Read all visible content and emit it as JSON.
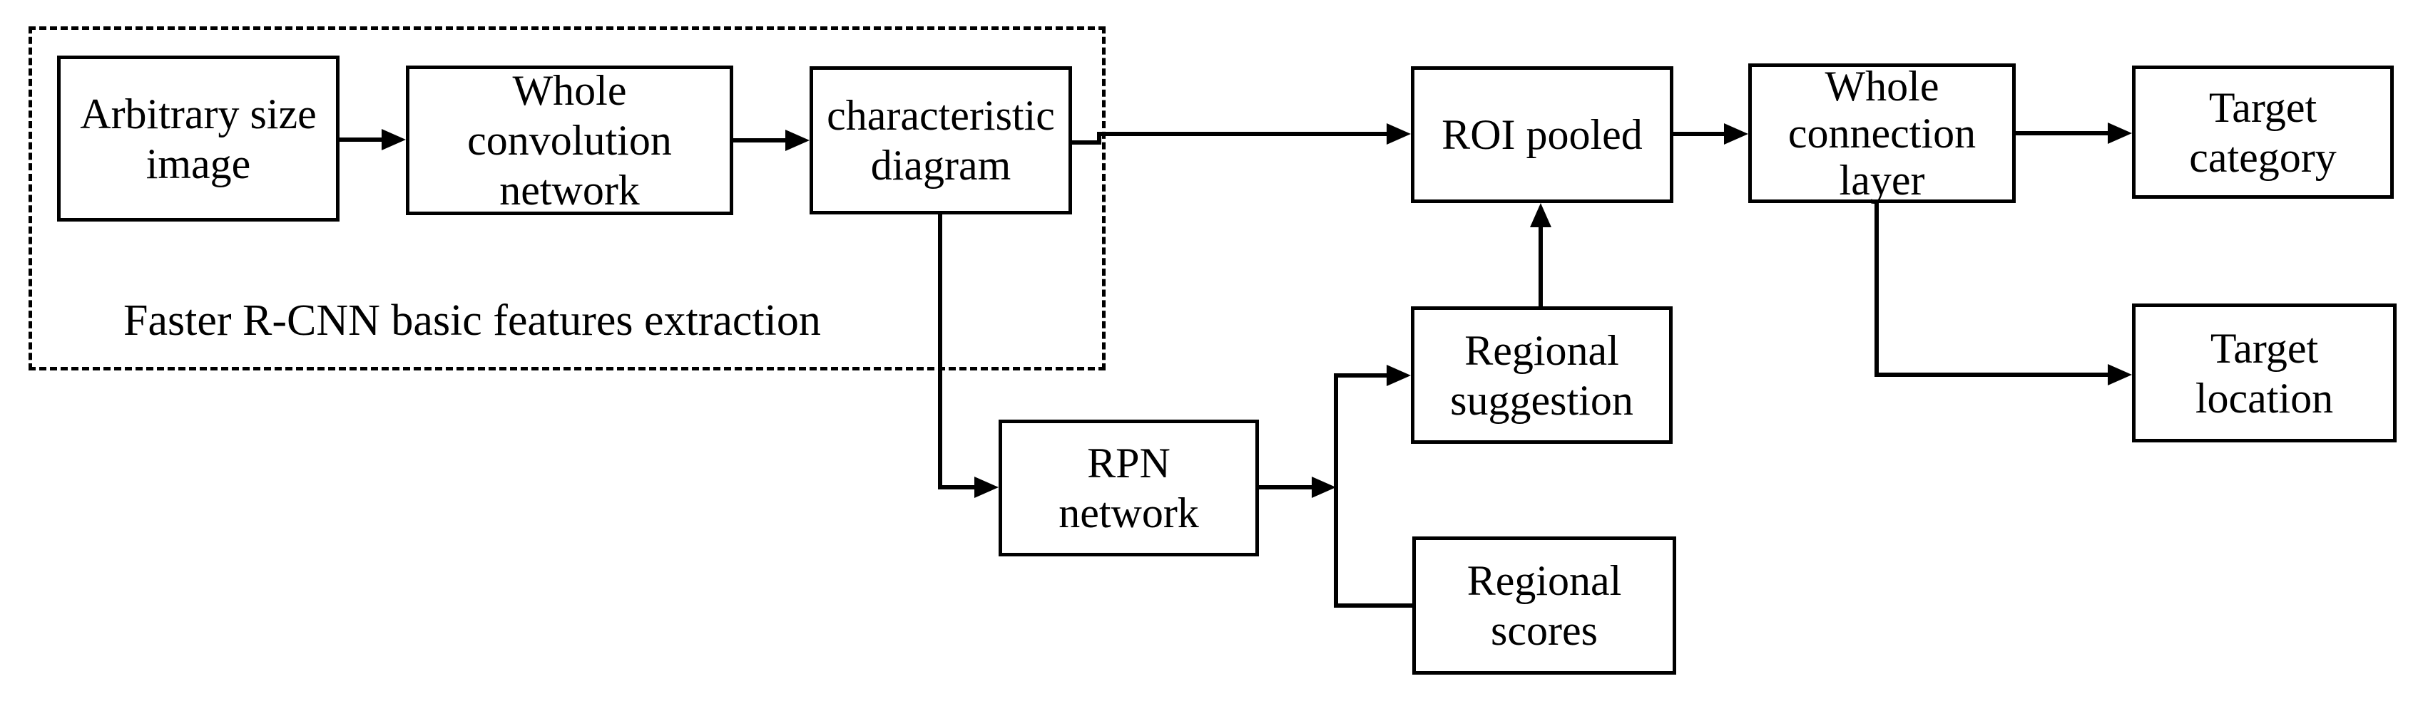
{
  "diagram": {
    "caption": "Faster R-CNN basic features extraction",
    "boxes": {
      "arbitrary_size_image": {
        "lines": [
          "Arbitrary size",
          "image"
        ]
      },
      "whole_convolution_network": {
        "lines": [
          "Whole",
          "convolution",
          "network"
        ]
      },
      "characteristic_diagram": {
        "lines": [
          "characteristic",
          "diagram"
        ]
      },
      "roi_pooled": {
        "lines": [
          "ROI pooled"
        ]
      },
      "whole_connection_layer": {
        "lines": [
          "Whole",
          "connection",
          "layer"
        ]
      },
      "target_category": {
        "lines": [
          "Target",
          "category"
        ]
      },
      "target_location": {
        "lines": [
          "Target",
          "location"
        ]
      },
      "rpn_network": {
        "lines": [
          "RPN",
          "network"
        ]
      },
      "regional_suggestion": {
        "lines": [
          "Regional",
          "suggestion"
        ]
      },
      "regional_scores": {
        "lines": [
          "Regional",
          "scores"
        ]
      }
    },
    "colors": {
      "line": "#000000",
      "background": "#ffffff",
      "box_fill": "#ffffff"
    }
  }
}
